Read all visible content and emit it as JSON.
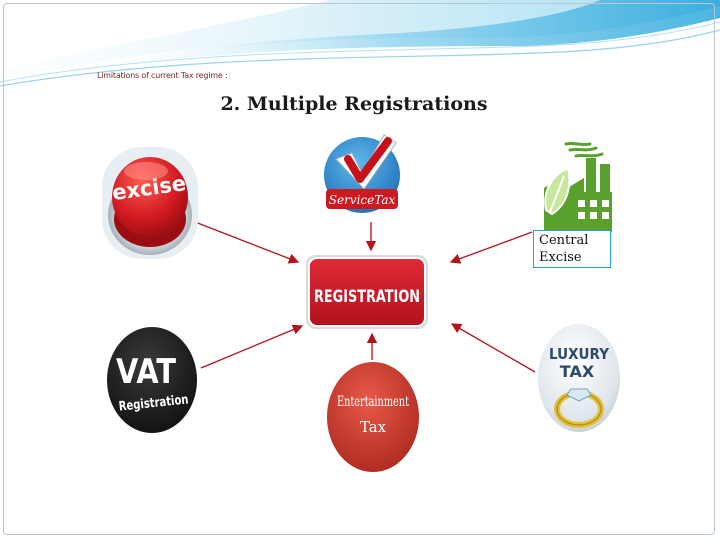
{
  "slide": {
    "subtitle": "Limitations of current Tax regime :",
    "title": "2.  Multiple Registrations"
  },
  "center": {
    "label": "REGISTRATION",
    "color": "#cc1f2d"
  },
  "taxes": {
    "excise": {
      "label": "excise",
      "color": "#c8141c"
    },
    "service_tax": {
      "label": "ServiceTax"
    },
    "central_excise": {
      "line1": "Central",
      "line2": "Excise"
    },
    "vat": {
      "line1": "VAT",
      "line2": "Registration"
    },
    "entertainment": {
      "line1": "Entertainment",
      "line2": "Tax",
      "color": "#c63b2e"
    },
    "luxury": {
      "line1": "LUXURY",
      "line2": "TAX"
    }
  },
  "theme": {
    "accent_blue": "#2aa7d8",
    "arrow_color": "#b5121b",
    "factory_green": "#5aa02c"
  }
}
